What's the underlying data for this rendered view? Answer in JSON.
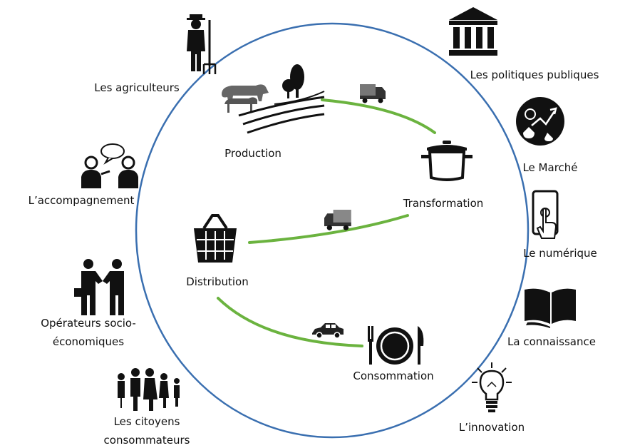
{
  "stages": {
    "production": "Production",
    "transformation": "Transformation",
    "distribution": "Distribution",
    "consommation": "Consommation"
  },
  "actors_left": {
    "agriculteurs": "Les agriculteurs",
    "accompagnement": "L’accompagnement",
    "operateurs_line1": "Opérateurs socio-",
    "operateurs_line2": "économiques",
    "citoyens_line1": "Les citoyens",
    "citoyens_line2": "consommateurs"
  },
  "levers_right": {
    "politiques": "Les politiques publiques",
    "marche": "Le Marché",
    "numerique": "Le numérique",
    "connaissance": "La connaissance",
    "innovation": "L’innovation"
  },
  "colors": {
    "circle": "#3a6fb0",
    "flow": "#6bb33f",
    "icon": "#111111"
  },
  "icons": {
    "farmer": "farmer-icon",
    "dialogue": "dialogue-icon",
    "handshake": "handshake-icon",
    "family": "family-icon",
    "bank": "bank-icon",
    "market": "money-market-icon",
    "touchscreen": "touchscreen-icon",
    "book": "book-icon",
    "lightbulb": "lightbulb-icon",
    "farm": "farm-icon",
    "pot": "cooking-pot-icon",
    "basket": "basket-icon",
    "plate": "plate-cutlery-icon",
    "truck": "truck-icon",
    "car": "car-icon"
  }
}
